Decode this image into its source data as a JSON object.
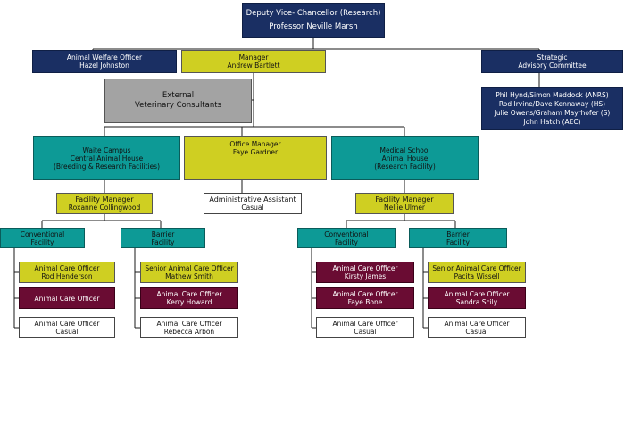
{
  "top": {
    "line1": "Deputy Vice- Chancellor (Research)",
    "line2": "Professor Neville Marsh"
  },
  "welfare": {
    "title": "Animal Welfare Officer",
    "name": "Hazel Johnston"
  },
  "manager": {
    "title": "Manager",
    "name": "Andrew Bartlett"
  },
  "strategic": {
    "line1": "Strategic",
    "line2": "Advisory Committee"
  },
  "committee_members": [
    "Phil Hynd/Simon Maddock (ANRS)",
    "Rod Irvine/Dave Kennaway (HS)",
    "Julie Owens/Graham Mayrhofer (S)",
    "John Hatch (AEC)"
  ],
  "external": {
    "line1": "External",
    "line2": "Veterinary Consultants"
  },
  "waite": {
    "line1": "Waite Campus",
    "line2": "Central Animal House",
    "line3": "(Breeding & Research Facilities)"
  },
  "office": {
    "title": "Office Manager",
    "name": "Faye Gardner"
  },
  "medical": {
    "line1": "Medical School",
    "line2": "Animal House",
    "line3": "(Research Facility)"
  },
  "admin": {
    "title": "Administrative Assistant",
    "name": "Casual"
  },
  "waite_fm": {
    "title": "Facility Manager",
    "name": "Roxanne Collingwood"
  },
  "med_fm": {
    "title": "Facility Manager",
    "name": "Nellie Ulmer"
  },
  "facilities": {
    "wc": {
      "line1": "Conventional",
      "line2": "Facility"
    },
    "wb": {
      "line1": "Barrier",
      "line2": "Facility"
    },
    "mc": {
      "line1": "Conventional",
      "line2": "Facility"
    },
    "mb": {
      "line1": "Barrier",
      "line2": "Facility"
    }
  },
  "staff": {
    "wc1": {
      "title": "Animal Care Officer",
      "name": "Rod Henderson"
    },
    "wc2": {
      "title": "Animal Care Officer",
      "name": ""
    },
    "wc3": {
      "title": "Animal Care Officer",
      "name": "Casual"
    },
    "wb1": {
      "title": "Senior Animal Care Officer",
      "name": "Mathew Smith"
    },
    "wb2": {
      "title": "Animal Care Officer",
      "name": "Kerry Howard"
    },
    "wb3": {
      "title": "Animal Care Officer",
      "name": "Rebecca Arbon"
    },
    "mc1": {
      "title": "Animal Care Officer",
      "name": "Kirsty James"
    },
    "mc2": {
      "title": "Animal Care Officer",
      "name": "Faye Bone"
    },
    "mc3": {
      "title": "Animal Care Officer",
      "name": "Casual"
    },
    "mb1": {
      "title": "Senior Animal Care Officer",
      "name": "Pacita Wissell"
    },
    "mb2": {
      "title": "Animal Care Officer",
      "name": "Sandra Scily"
    },
    "mb3": {
      "title": "Animal Care Officer",
      "name": "Casual"
    }
  }
}
